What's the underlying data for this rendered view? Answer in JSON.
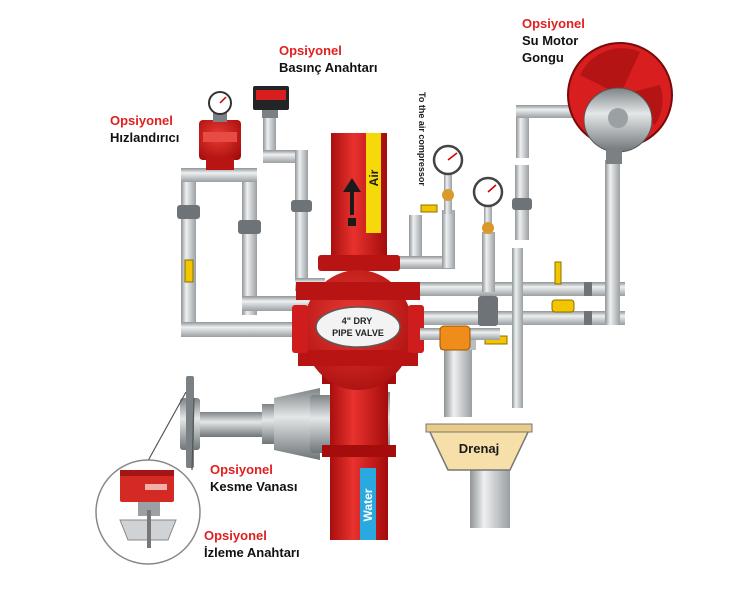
{
  "labels": {
    "optional": "Opsiyonel",
    "motor_gong": "Su Motor\nGongu",
    "pressure_switch": "Basınç Anahtarı",
    "accelerator": "Hızlandırıcı",
    "shutoff_valve": "Kesme Vanası",
    "monitor_switch": "İzleme Anahtarı"
  },
  "valve": {
    "line1": "4\" DRY",
    "line2": "PIPE VALVE"
  },
  "riser": {
    "air": "Air",
    "water": "Water"
  },
  "compressor_label": "To the air compressor",
  "drain_label": "Drenaj",
  "colors": {
    "red": "#d81e1e",
    "pipe": "#c9ccce",
    "air_yellow": "#f5d90a",
    "water_blue": "#29a9e0",
    "label_red": "#e02020"
  }
}
